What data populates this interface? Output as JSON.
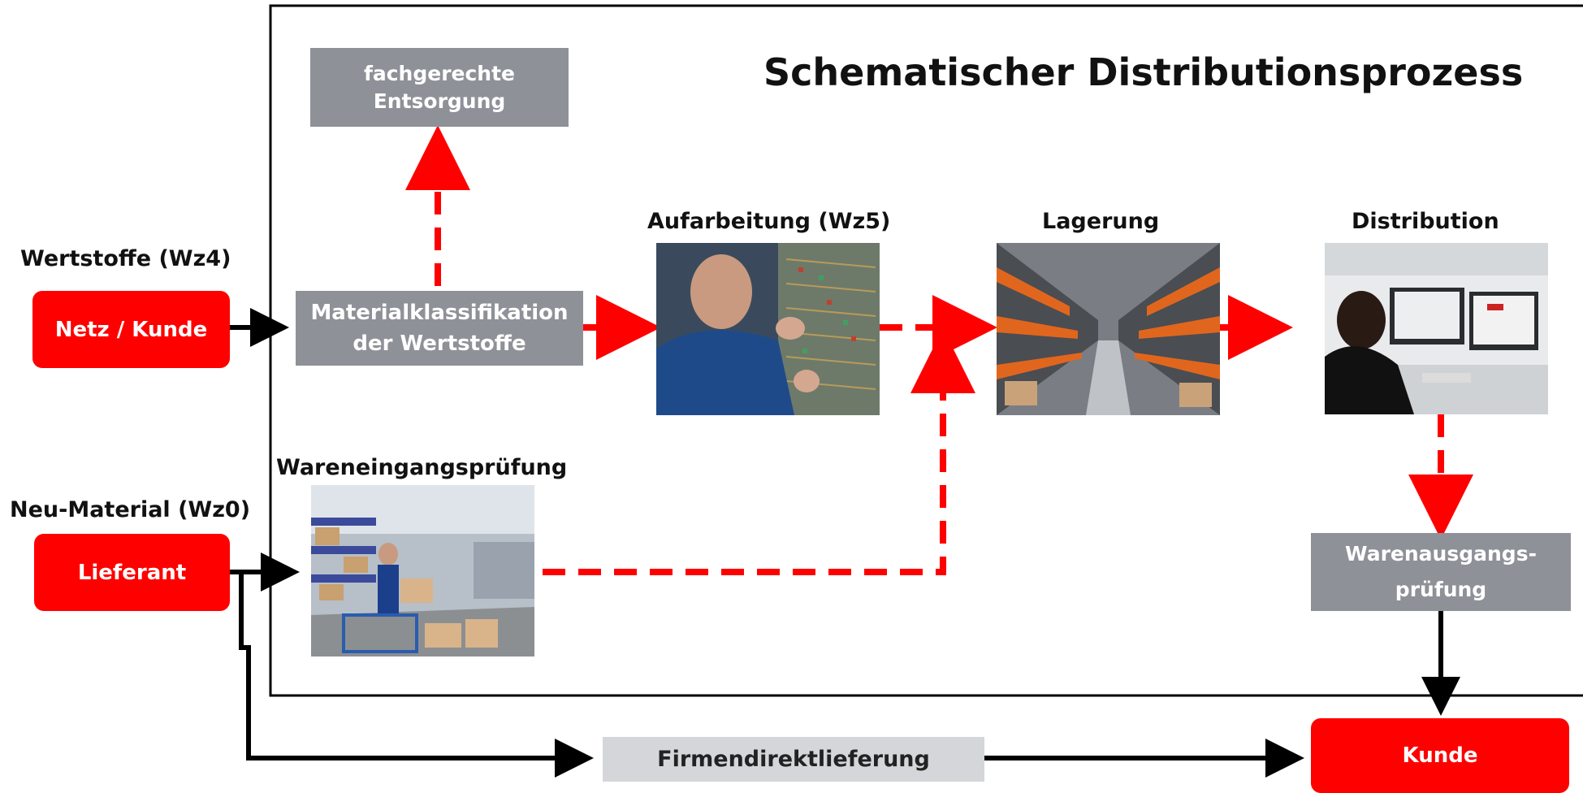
{
  "title": "Schematischer Distributionsprozess",
  "sources": {
    "wertstoffe_label": "Wertstoffe (Wz4)",
    "netz_kunde": "Netz / Kunde",
    "neu_material_label": "Neu-Material (Wz0)",
    "lieferant": "Lieferant"
  },
  "steps": {
    "entsorgung_line1": "fachgerechte",
    "entsorgung_line2": "Entsorgung",
    "klassifikation_line1": "Materialklassifikation",
    "klassifikation_line2": "der Wertstoffe",
    "aufarbeitung": "Aufarbeitung (Wz5)",
    "lagerung": "Lagerung",
    "distribution": "Distribution",
    "wareneingang": "Wareneingangsprüfung",
    "warenausgang_line1": "Warenausgangs-",
    "warenausgang_line2": "prüfung",
    "firmendirekt": "Firmendirektlieferung",
    "kunde": "Kunde"
  },
  "colors": {
    "accent_red": "#ff0000",
    "process_gray": "#8e9197",
    "light_gray": "#d4d6d9",
    "line_black": "#000000"
  }
}
